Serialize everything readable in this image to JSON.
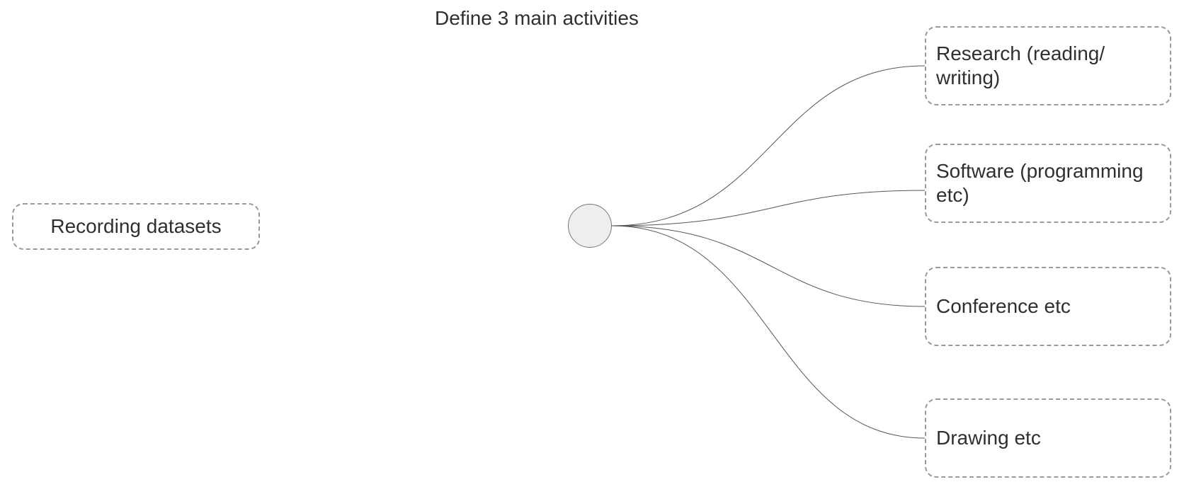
{
  "title": "Define 3 main activities",
  "hub": {
    "icon": "circle-node"
  },
  "left_node": {
    "label": "Recording datasets"
  },
  "right_nodes": [
    {
      "label": "Research (reading/ writing)"
    },
    {
      "label": "Software (programming etc)"
    },
    {
      "label": "Conference etc"
    },
    {
      "label": "Drawing etc"
    }
  ],
  "colors": {
    "hub_fill": "#eeeeee",
    "hub_stroke": "#777777",
    "connector": "#555555",
    "node_border": "#9a9a9a",
    "text": "#2f2f2f"
  }
}
